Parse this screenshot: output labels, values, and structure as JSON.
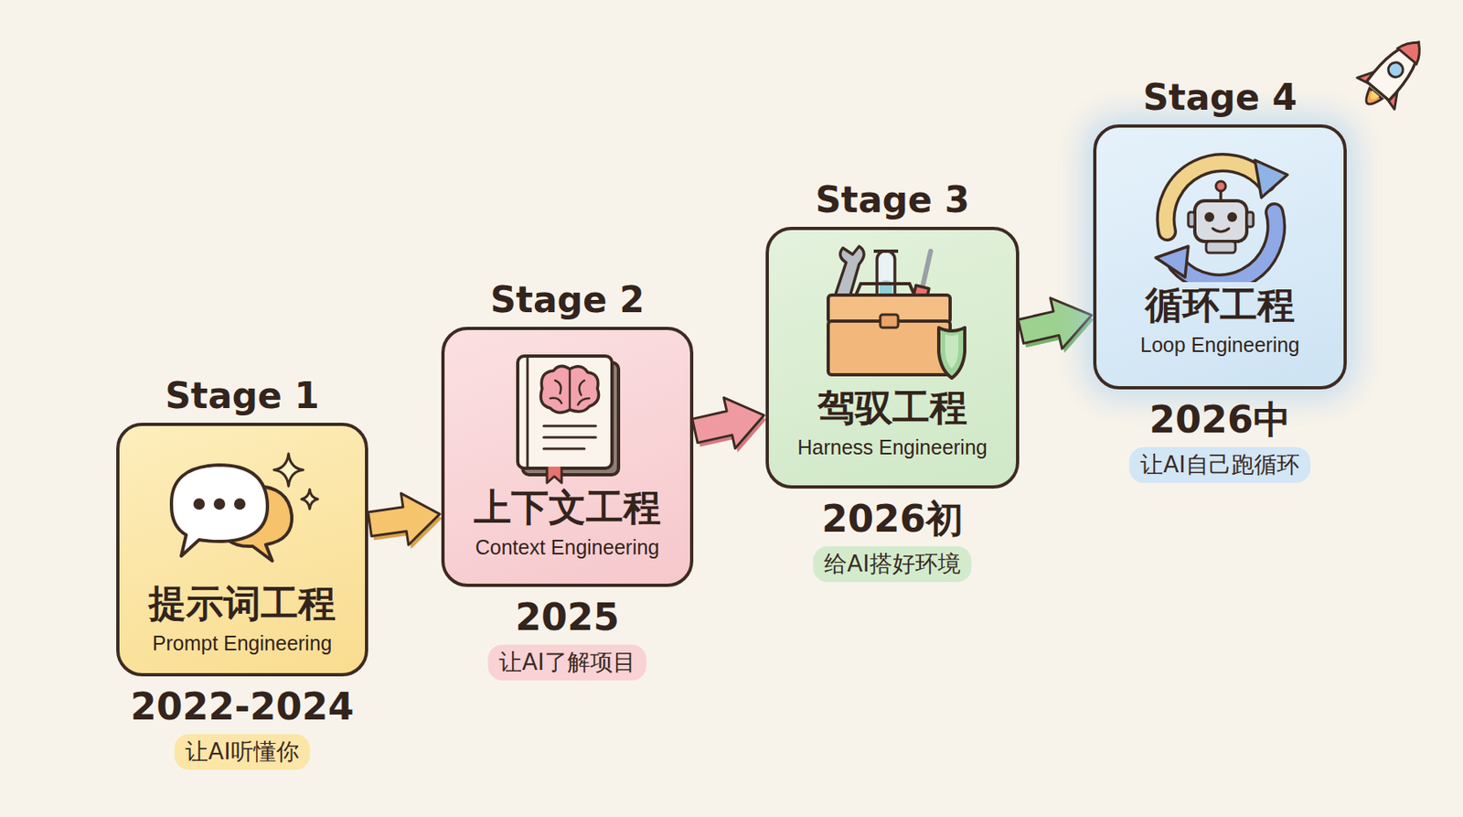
{
  "diagram": {
    "nodes": [
      {
        "text": [
          "Stage 1",
          "提示词工程",
          "Prompt Engineering",
          "2022-2024",
          "让AI听懂你"
        ]
      },
      {
        "text": [
          "Stage 2",
          "上下文工程",
          "Context Engineering",
          "2025",
          "让AI了解项目"
        ]
      },
      {
        "text": [
          "Stage 3",
          "驾驭工程",
          "Harness Engineering",
          "2026初",
          "给AI搭好环境"
        ]
      },
      {
        "text": [
          "Stage 4",
          "循环工程",
          "Loop Engineering",
          "2026中",
          "让AI自己跑循环"
        ]
      }
    ],
    "edges": [
      {
        "from": 0,
        "to": 1,
        "arrow": "to"
      },
      {
        "from": 1,
        "to": 2,
        "arrow": "to"
      },
      {
        "from": 2,
        "to": 3,
        "arrow": "to"
      }
    ]
  }
}
